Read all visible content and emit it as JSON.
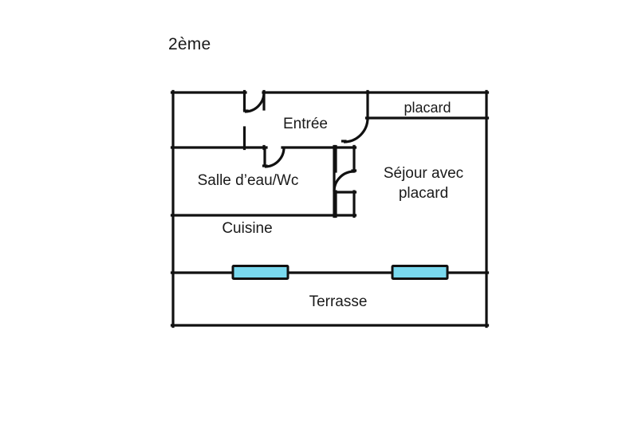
{
  "plan": {
    "title": "2ème",
    "accent_window_color": "#79d9ef",
    "line_color": "#111111",
    "background_color": "#ffffff",
    "rooms": [
      {
        "id": "entree",
        "label": "Entrée"
      },
      {
        "id": "placard",
        "label": "placard"
      },
      {
        "id": "salle",
        "label": "Salle d’eau/Wc"
      },
      {
        "id": "sejour_l1",
        "label": "Séjour avec"
      },
      {
        "id": "sejour_l2",
        "label": "placard"
      },
      {
        "id": "cuisine",
        "label": "Cuisine"
      },
      {
        "id": "terrasse",
        "label": "Terrasse"
      }
    ],
    "windows": [
      {
        "id": "window-left",
        "color": "#79d9ef"
      },
      {
        "id": "window-right",
        "color": "#79d9ef"
      }
    ]
  }
}
